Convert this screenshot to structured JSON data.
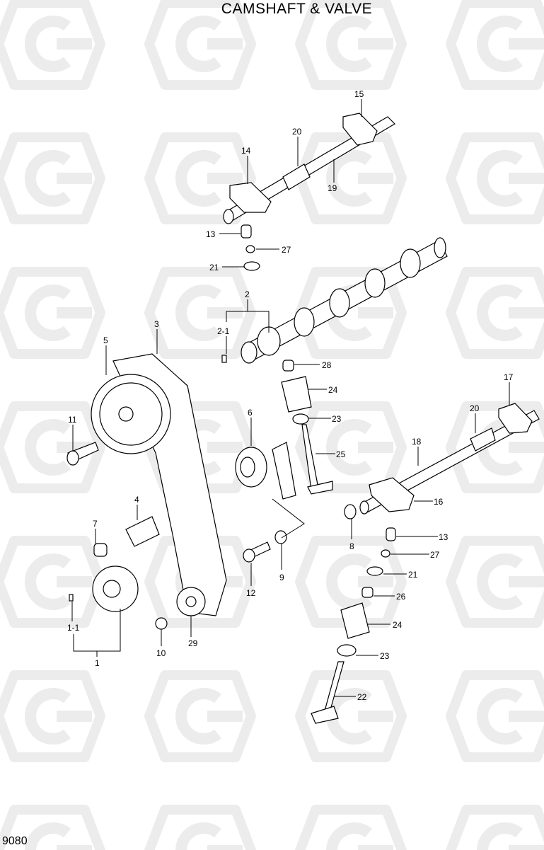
{
  "title": "CAMSHAFT & VALVE",
  "page_number": "9080",
  "callouts": {
    "c15": "15",
    "c20a": "20",
    "c14": "14",
    "c19": "19",
    "c13a": "13",
    "c27a": "27",
    "c21a": "21",
    "c2": "2",
    "c2_1": "2-1",
    "c3": "3",
    "c5": "5",
    "c28": "28",
    "c24a": "24",
    "c23a": "23",
    "c6": "6",
    "c11": "11",
    "c25": "25",
    "c17": "17",
    "c20b": "20",
    "c18": "18",
    "c16": "16",
    "c4": "4",
    "c7": "7",
    "c8": "8",
    "c13b": "13",
    "c27b": "27",
    "c9": "9",
    "c12": "12",
    "c21b": "21",
    "c26": "26",
    "c24b": "24",
    "c29": "29",
    "c1_1": "1-1",
    "c10": "10",
    "c23b": "23",
    "c1": "1",
    "c22": "22"
  }
}
